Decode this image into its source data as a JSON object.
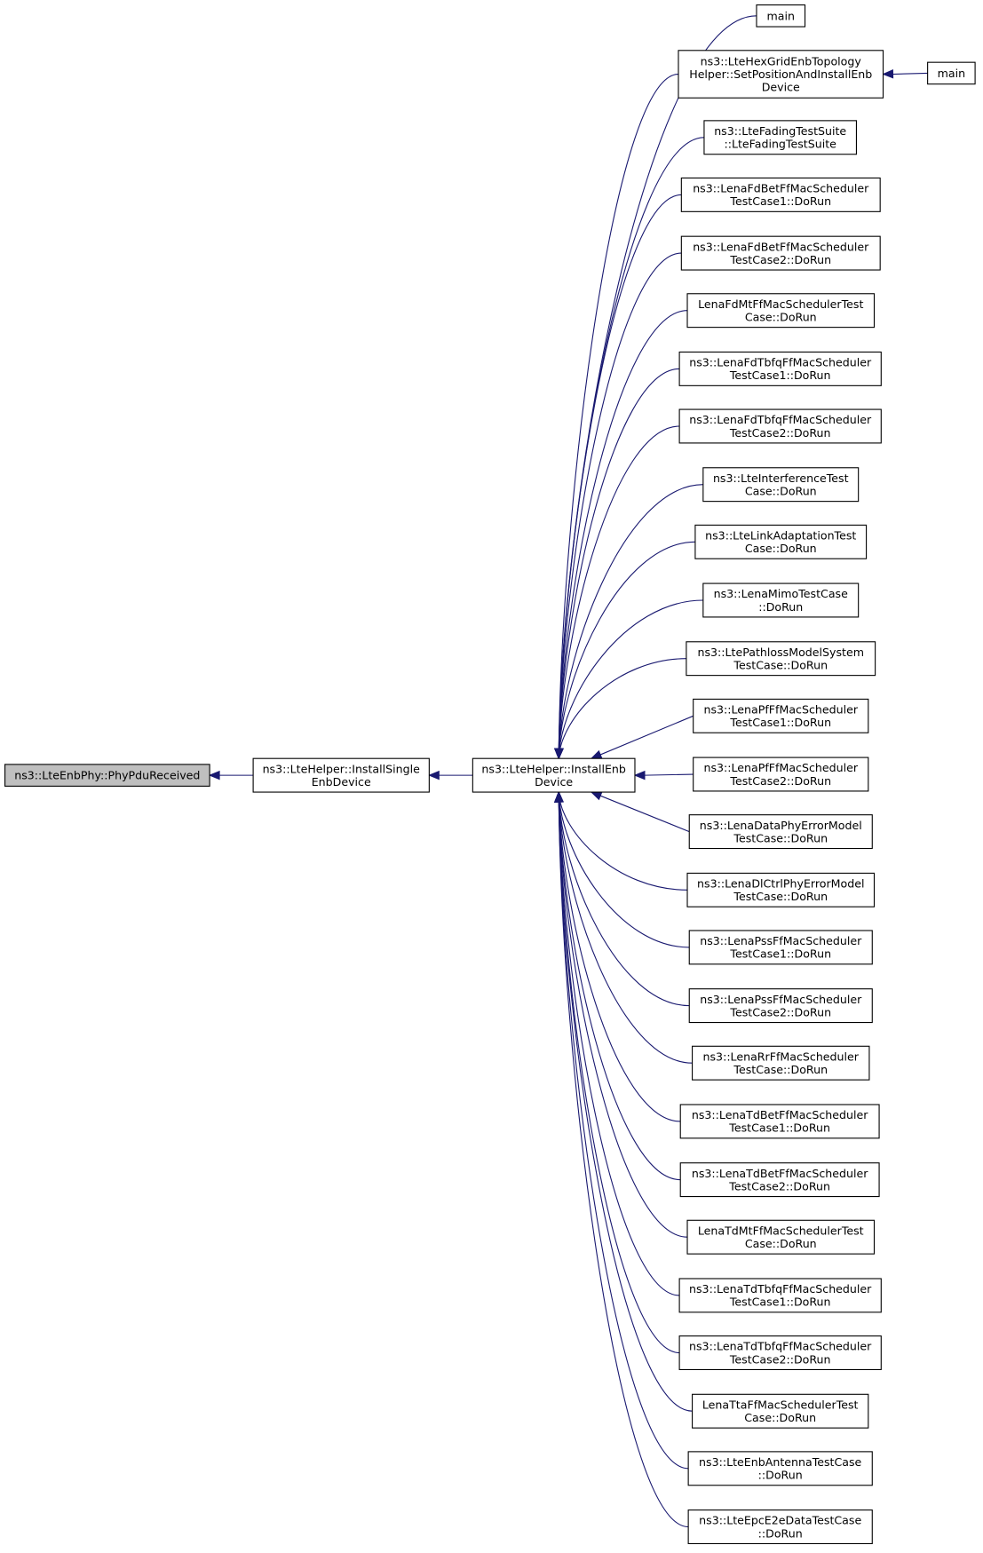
{
  "graph": {
    "root": {
      "id": "root",
      "lines": [
        "ns3::LteEnbPhy::PhyPduReceived"
      ]
    },
    "level1": {
      "id": "single",
      "lines": [
        "ns3::LteHelper::InstallSingle",
        "EnbDevice"
      ]
    },
    "level2": {
      "id": "install",
      "lines": [
        "ns3::LteHelper::InstallEnb",
        "Device"
      ]
    },
    "callers": [
      {
        "id": "c0",
        "lines": [
          "main"
        ]
      },
      {
        "id": "c1",
        "lines": [
          "ns3::LteHexGridEnbTopology",
          "Helper::SetPositionAndInstallEnb",
          "Device"
        ]
      },
      {
        "id": "c2",
        "lines": [
          "ns3::LteFadingTestSuite",
          "::LteFadingTestSuite"
        ]
      },
      {
        "id": "c3",
        "lines": [
          "ns3::LenaFdBetFfMacScheduler",
          "TestCase1::DoRun"
        ]
      },
      {
        "id": "c4",
        "lines": [
          "ns3::LenaFdBetFfMacScheduler",
          "TestCase2::DoRun"
        ]
      },
      {
        "id": "c5",
        "lines": [
          "LenaFdMtFfMacSchedulerTest",
          "Case::DoRun"
        ]
      },
      {
        "id": "c6",
        "lines": [
          "ns3::LenaFdTbfqFfMacScheduler",
          "TestCase1::DoRun"
        ]
      },
      {
        "id": "c7",
        "lines": [
          "ns3::LenaFdTbfqFfMacScheduler",
          "TestCase2::DoRun"
        ]
      },
      {
        "id": "c8",
        "lines": [
          "ns3::LteInterferenceTest",
          "Case::DoRun"
        ]
      },
      {
        "id": "c9",
        "lines": [
          "ns3::LteLinkAdaptationTest",
          "Case::DoRun"
        ]
      },
      {
        "id": "c10",
        "lines": [
          "ns3::LenaMimoTestCase",
          "::DoRun"
        ]
      },
      {
        "id": "c11",
        "lines": [
          "ns3::LtePathlossModelSystem",
          "TestCase::DoRun"
        ]
      },
      {
        "id": "c12",
        "lines": [
          "ns3::LenaPfFfMacScheduler",
          "TestCase1::DoRun"
        ]
      },
      {
        "id": "c13",
        "lines": [
          "ns3::LenaPfFfMacScheduler",
          "TestCase2::DoRun"
        ]
      },
      {
        "id": "c14",
        "lines": [
          "ns3::LenaDataPhyErrorModel",
          "TestCase::DoRun"
        ]
      },
      {
        "id": "c15",
        "lines": [
          "ns3::LenaDlCtrlPhyErrorModel",
          "TestCase::DoRun"
        ]
      },
      {
        "id": "c16",
        "lines": [
          "ns3::LenaPssFfMacScheduler",
          "TestCase1::DoRun"
        ]
      },
      {
        "id": "c17",
        "lines": [
          "ns3::LenaPssFfMacScheduler",
          "TestCase2::DoRun"
        ]
      },
      {
        "id": "c18",
        "lines": [
          "ns3::LenaRrFfMacScheduler",
          "TestCase::DoRun"
        ]
      },
      {
        "id": "c19",
        "lines": [
          "ns3::LenaTdBetFfMacScheduler",
          "TestCase1::DoRun"
        ]
      },
      {
        "id": "c20",
        "lines": [
          "ns3::LenaTdBetFfMacScheduler",
          "TestCase2::DoRun"
        ]
      },
      {
        "id": "c21",
        "lines": [
          "LenaTdMtFfMacSchedulerTest",
          "Case::DoRun"
        ]
      },
      {
        "id": "c22",
        "lines": [
          "ns3::LenaTdTbfqFfMacScheduler",
          "TestCase1::DoRun"
        ]
      },
      {
        "id": "c23",
        "lines": [
          "ns3::LenaTdTbfqFfMacScheduler",
          "TestCase2::DoRun"
        ]
      },
      {
        "id": "c24",
        "lines": [
          "LenaTtaFfMacSchedulerTest",
          "Case::DoRun"
        ]
      },
      {
        "id": "c25",
        "lines": [
          "ns3::LteEnbAntennaTestCase",
          "::DoRun"
        ]
      },
      {
        "id": "c26",
        "lines": [
          "ns3::LteEpcE2eDataTestCase",
          "::DoRun"
        ]
      }
    ],
    "extra": {
      "id": "c1main",
      "lines": [
        "main"
      ]
    },
    "colors": {
      "edge": "#191970",
      "root_fill": "#bfbfbf",
      "node_fill": "#ffffff",
      "border": "#000000"
    }
  }
}
